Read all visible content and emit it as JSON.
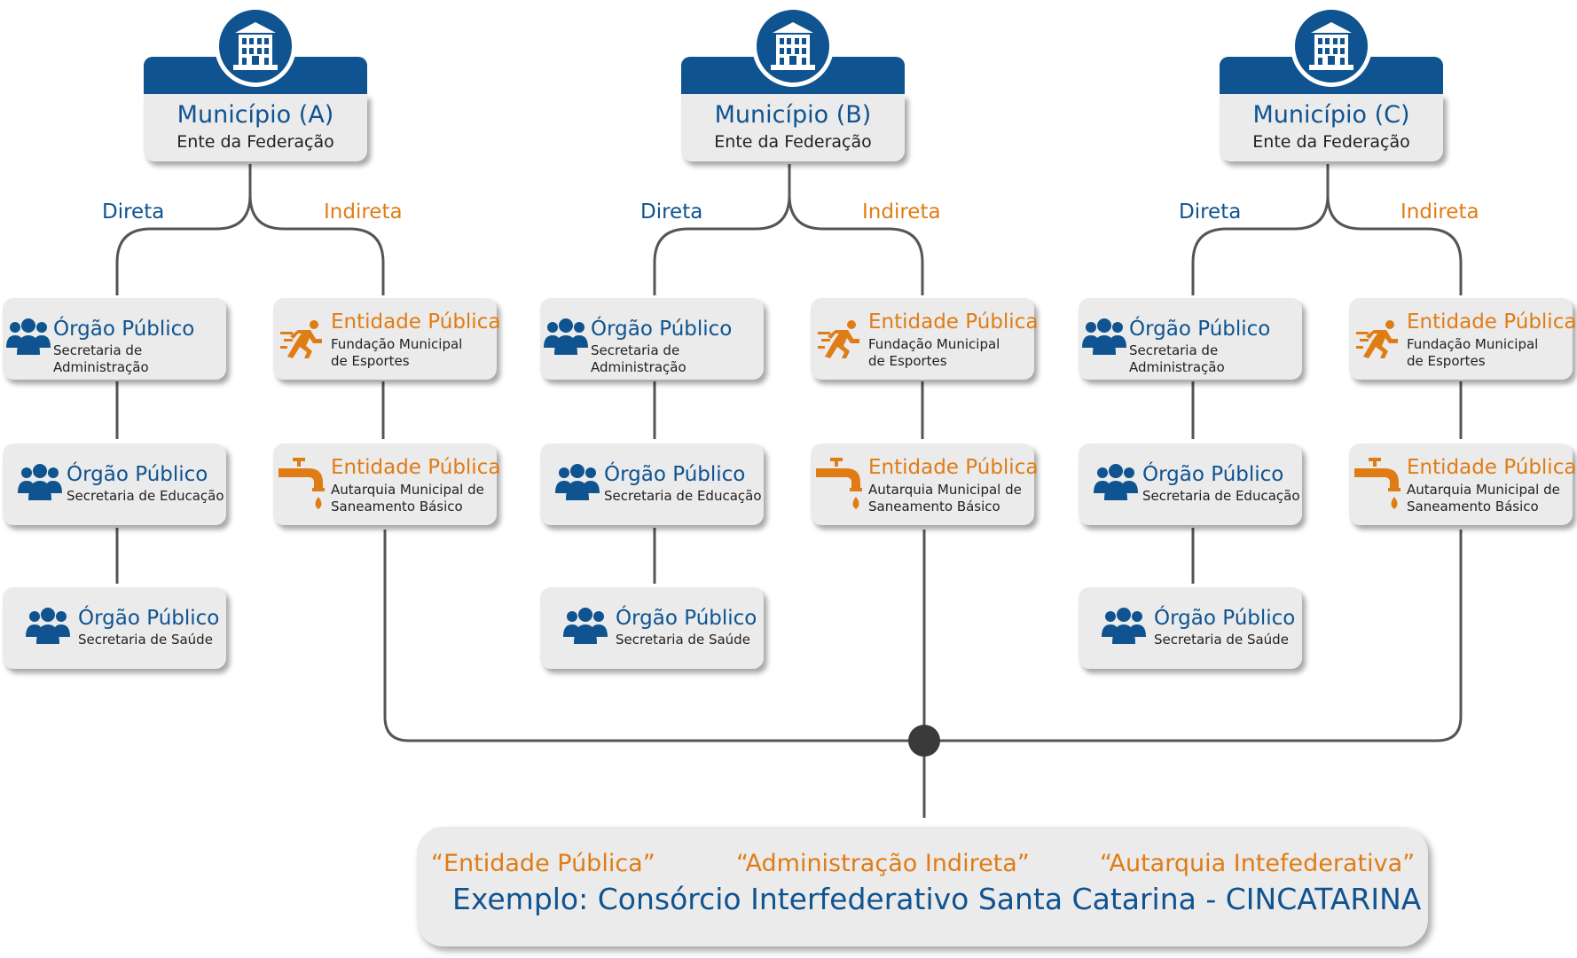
{
  "colors": {
    "blue": "#0f5390",
    "orange": "#e07c16",
    "box": "#ebebeb",
    "line": "#555555"
  },
  "municipios": [
    {
      "title": "Município (A)",
      "subtitle": "Ente da Federação",
      "direta_label": "Direta",
      "indireta_label": "Indireta",
      "orgaos": [
        {
          "title": "Órgão Público",
          "subtitle": "Secretaria de Administração",
          "icon": "people-icon"
        },
        {
          "title": "Órgão Público",
          "subtitle": "Secretaria de Educação",
          "icon": "people-icon"
        },
        {
          "title": "Órgão Público",
          "subtitle": "Secretaria de Saúde",
          "icon": "people-icon"
        }
      ],
      "entidades": [
        {
          "title": "Entidade Pública",
          "subtitle": "Fundação Municipal\nde Esportes",
          "icon": "runner-icon"
        },
        {
          "title": "Entidade Pública",
          "subtitle": "Autarquia Municipal de\nSaneamento Básico",
          "icon": "faucet-icon"
        }
      ]
    },
    {
      "title": "Município (B)",
      "subtitle": "Ente da Federação",
      "direta_label": "Direta",
      "indireta_label": "Indireta",
      "orgaos": [
        {
          "title": "Órgão Público",
          "subtitle": "Secretaria de Administração",
          "icon": "people-icon"
        },
        {
          "title": "Órgão Público",
          "subtitle": "Secretaria de Educação",
          "icon": "people-icon"
        },
        {
          "title": "Órgão Público",
          "subtitle": "Secretaria de Saúde",
          "icon": "people-icon"
        }
      ],
      "entidades": [
        {
          "title": "Entidade Pública",
          "subtitle": "Fundação Municipal\nde Esportes",
          "icon": "runner-icon"
        },
        {
          "title": "Entidade Pública",
          "subtitle": "Autarquia Municipal de\nSaneamento Básico",
          "icon": "faucet-icon"
        }
      ]
    },
    {
      "title": "Município (C)",
      "subtitle": "Ente da Federação",
      "direta_label": "Direta",
      "indireta_label": "Indireta",
      "orgaos": [
        {
          "title": "Órgão Público",
          "subtitle": "Secretaria de Administração",
          "icon": "people-icon"
        },
        {
          "title": "Órgão Público",
          "subtitle": "Secretaria de Educação",
          "icon": "people-icon"
        },
        {
          "title": "Órgão Público",
          "subtitle": "Secretaria de Saúde",
          "icon": "people-icon"
        }
      ],
      "entidades": [
        {
          "title": "Entidade Pública",
          "subtitle": "Fundação Municipal\nde Esportes",
          "icon": "runner-icon"
        },
        {
          "title": "Entidade Pública",
          "subtitle": "Autarquia Municipal de\nSaneamento Básico",
          "icon": "faucet-icon"
        }
      ]
    }
  ],
  "bottom": {
    "quote_1": "“Entidade Pública”",
    "quote_2": "“Administração Indireta”",
    "quote_3": "“Autarquia Intefederativa”",
    "example": "Exemplo: Consórcio Interfederativo Santa Catarina - CINCATARINA"
  }
}
